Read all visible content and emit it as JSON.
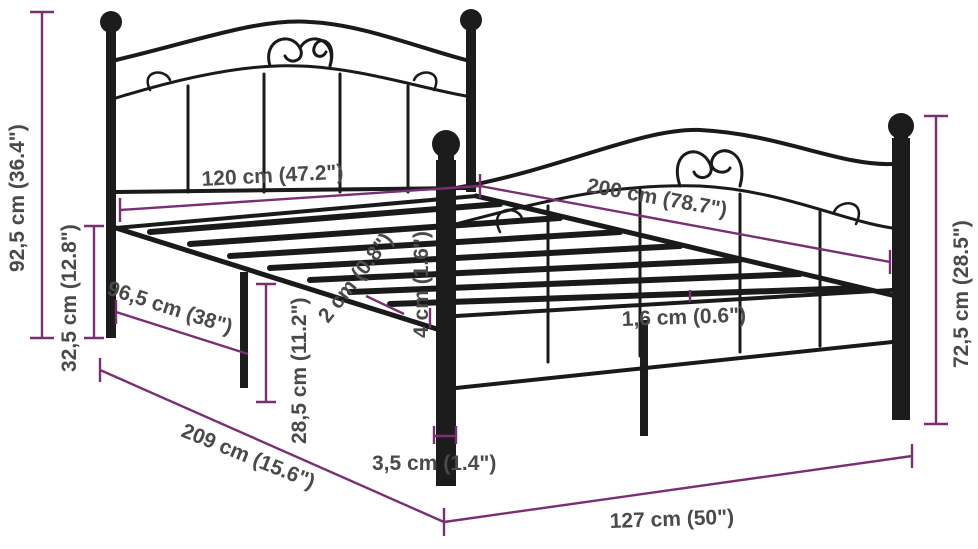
{
  "colors": {
    "dimension_line": "#7b2f73",
    "label_text": "#4a4a4a",
    "frame": "#1a1a1a",
    "background": "#ffffff"
  },
  "dimensions": {
    "overall_height": "92,5 cm (36.4\")",
    "headboard_clearance": "32,5 cm (12.8\")",
    "inner_width": "120 cm (47.2\")",
    "inner_length": "200 cm (78.7\")",
    "footboard_height": "72,5 cm (28.5\")",
    "footboard_width": "96,5 cm (38\")",
    "under_bed_clearance": "28,5 cm (11.2\")",
    "slat_gap": "2 cm (0.8\")",
    "side_rail_height": "4 cm (1.6\")",
    "slat_thickness": "1,6 cm (0.6\")",
    "leg_width": "3,5 cm (1.4\")",
    "overall_length": "209 cm (15.6\")",
    "overall_width": "127 cm (50\")"
  }
}
